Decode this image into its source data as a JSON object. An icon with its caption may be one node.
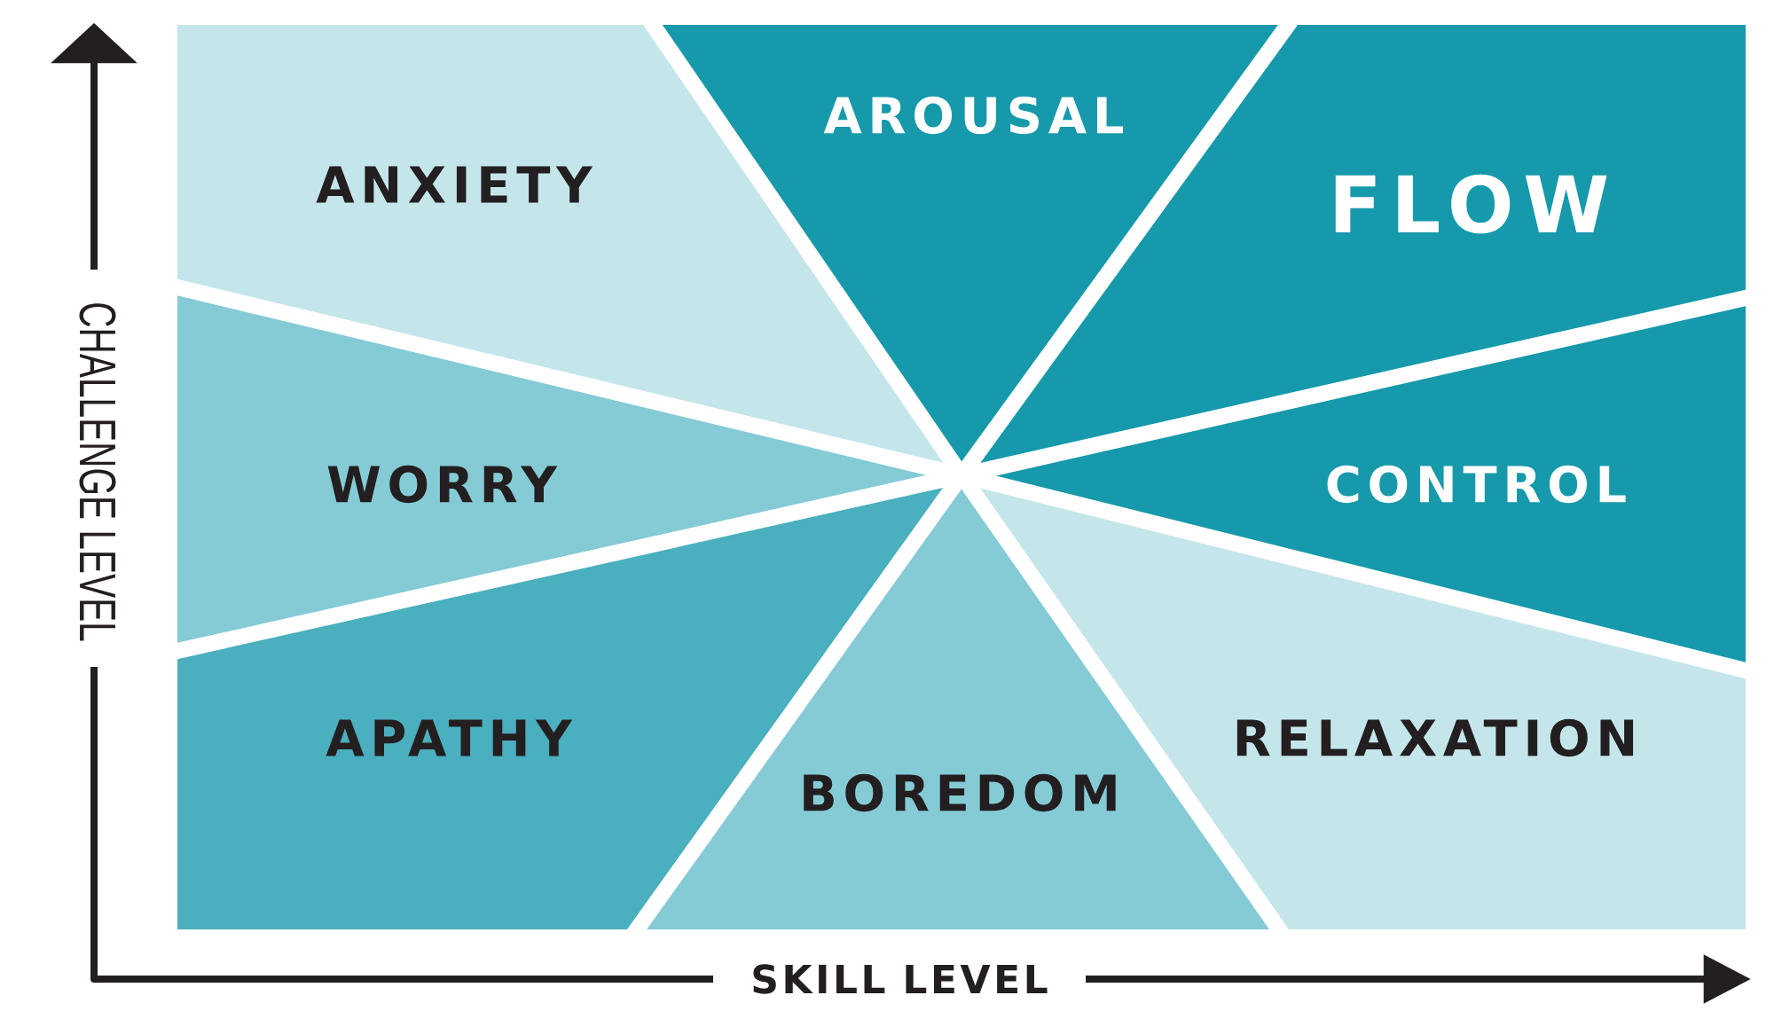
{
  "diagram": {
    "nodes": [
      {
        "text": [
          "AROUSAL"
        ]
      },
      {
        "text": [
          "ANXIETY"
        ]
      },
      {
        "text": [
          "FLOW"
        ]
      },
      {
        "text": [
          "WORRY"
        ]
      },
      {
        "text": [
          "CONTROL"
        ]
      },
      {
        "text": [
          "APATHY"
        ]
      },
      {
        "text": [
          "RELAXATION"
        ]
      },
      {
        "text": [
          "BOREDOM"
        ]
      }
    ],
    "labels": [
      "CHALLENGE LEVEL",
      "SKILL LEVEL"
    ]
  }
}
